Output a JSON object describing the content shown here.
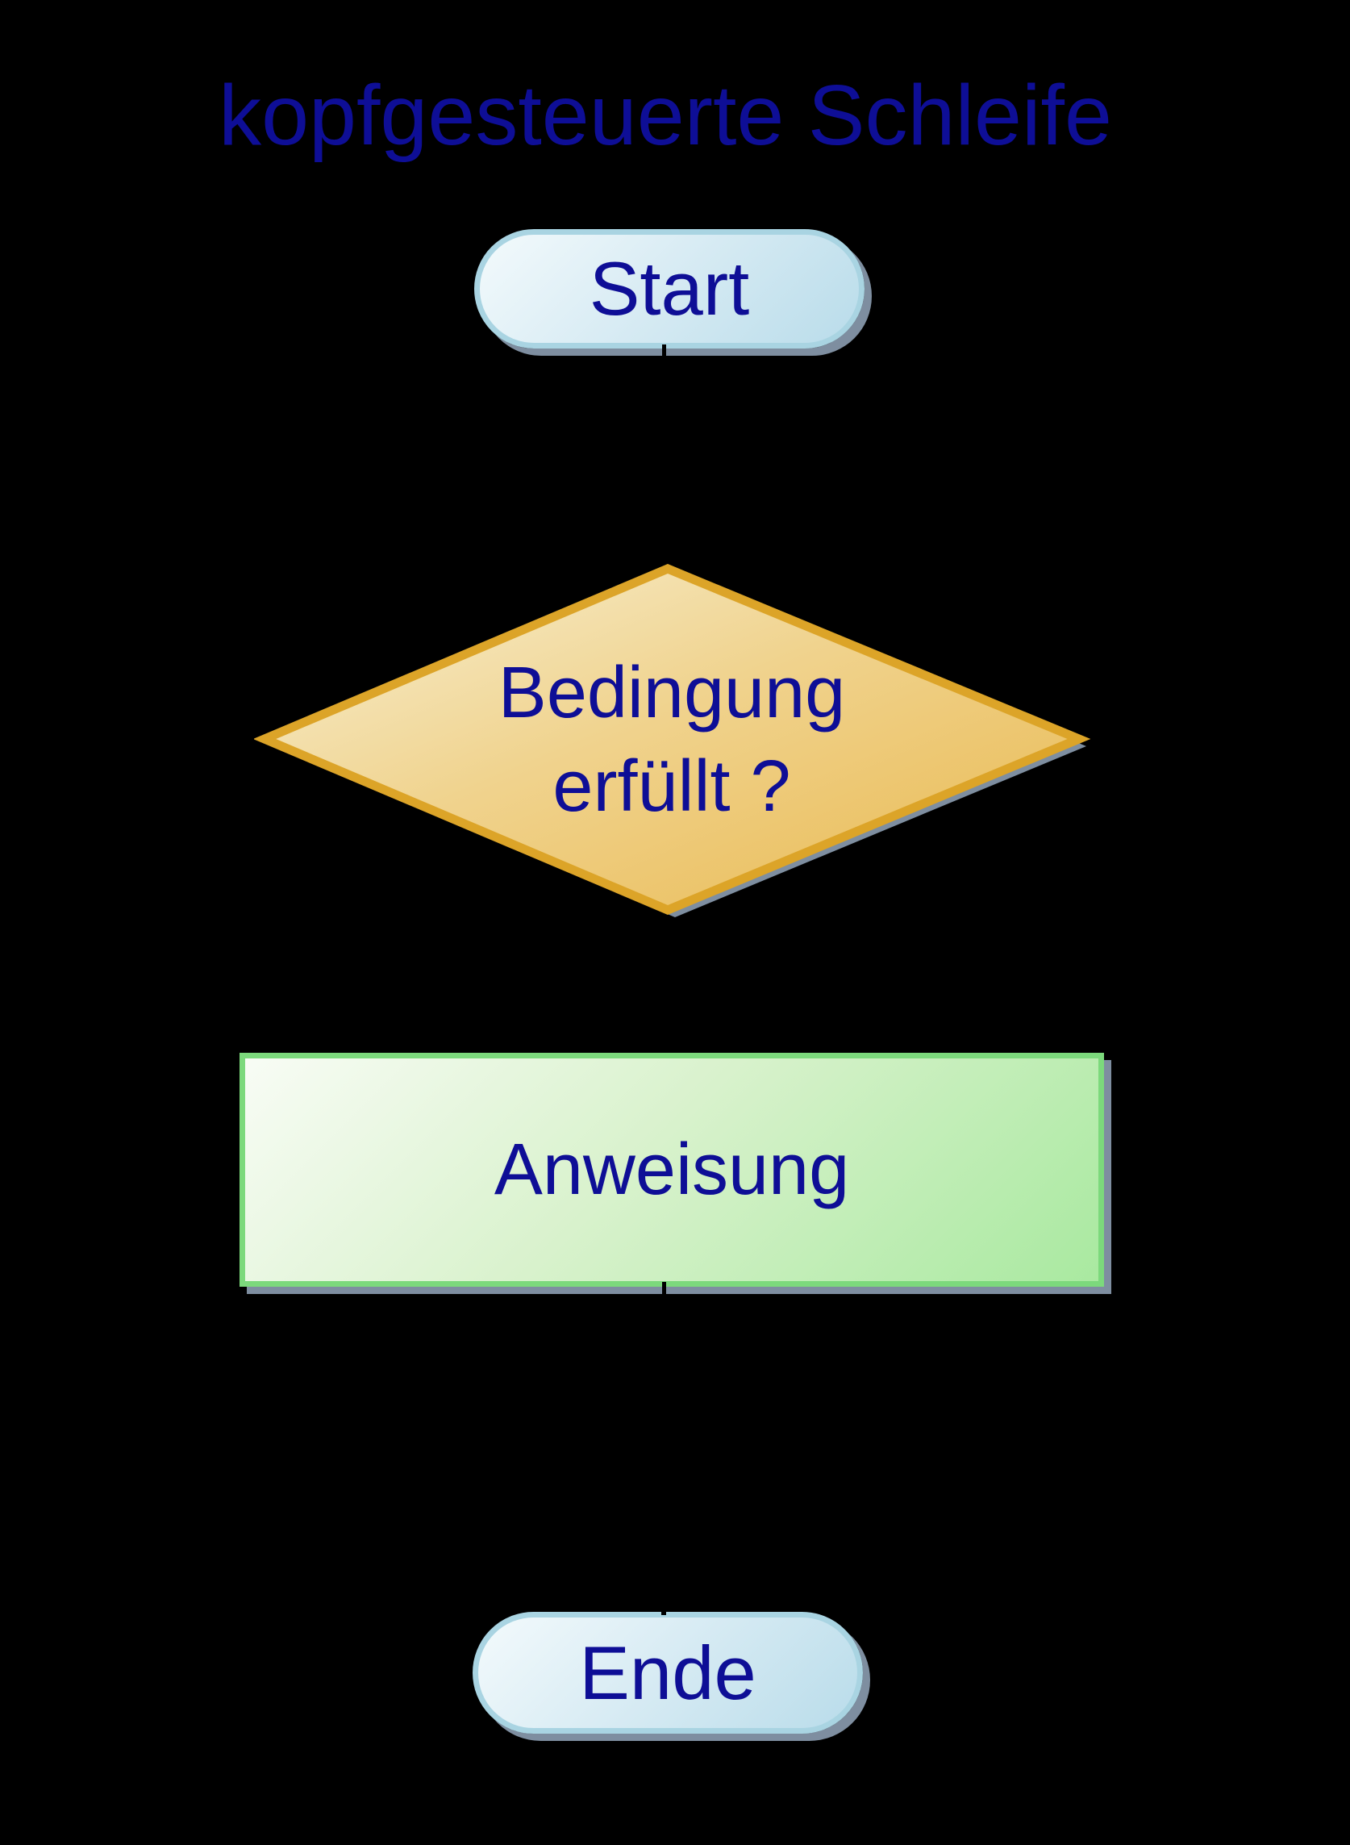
{
  "title": "kopfgesteuerte Schleife",
  "nodes": {
    "start": {
      "type": "terminator",
      "label": "Start"
    },
    "decision": {
      "type": "decision",
      "label_line1": "Bedingung",
      "label_line2": "erfüllt ?"
    },
    "process": {
      "type": "process",
      "label": "Anweisung"
    },
    "end": {
      "type": "terminator",
      "label": "Ende"
    }
  },
  "colors": {
    "background": "#000000",
    "text": "#0e0e96",
    "shadow": "#7e8ea0",
    "connector": "#000000",
    "terminator-border": "#a9d4e2",
    "terminator-fill-light": "#f3fafc",
    "terminator-fill-dark": "#b9dcea",
    "decision-border": "#dca428",
    "decision-fill-light": "#f8f1d6",
    "decision-fill-dark": "#e9b84e",
    "process-border": "#7cd97c",
    "process-fill-light": "#f8fcf5",
    "process-fill-dark": "#a9e9a0"
  }
}
